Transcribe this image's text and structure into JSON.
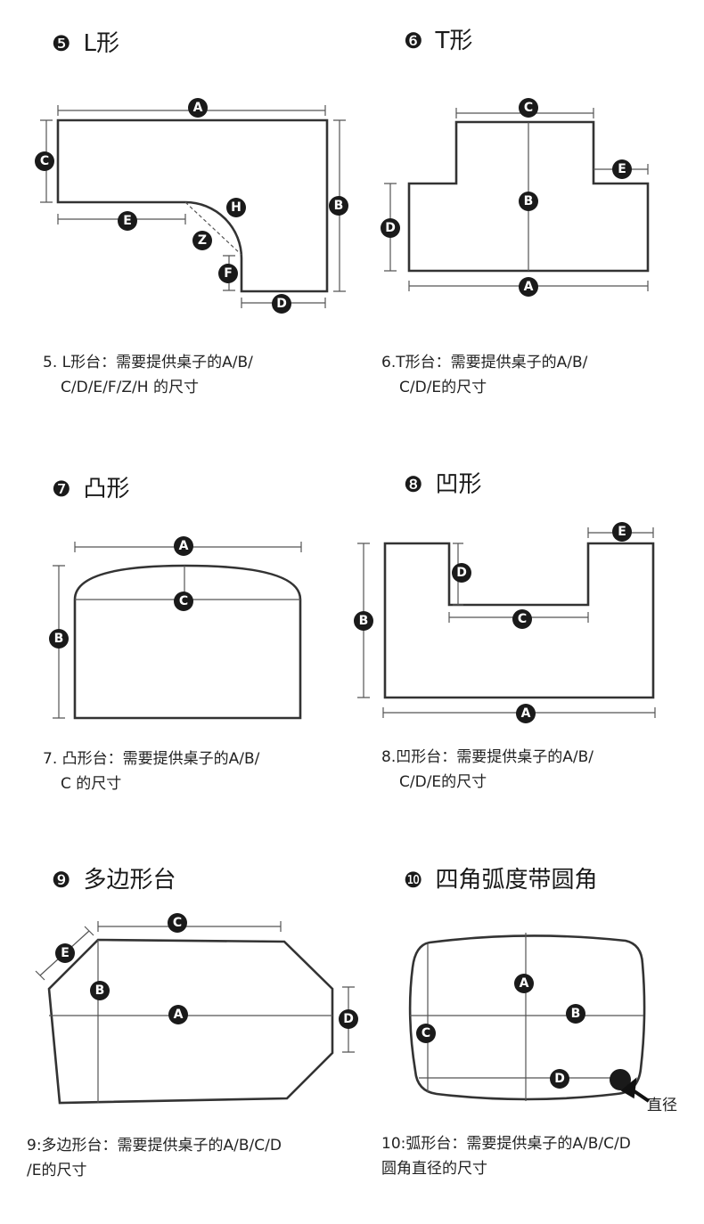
{
  "sections": [
    {
      "num": "❺",
      "title": "L形",
      "caption1": "5. L形台：需要提供桌子的A/B/",
      "caption2": "C/D/E/F/Z/H 的尺寸",
      "labels": [
        "A",
        "C",
        "B",
        "E",
        "D",
        "F",
        "H",
        "Z"
      ]
    },
    {
      "num": "❻",
      "title": "T形",
      "caption1": "6.T形台：需要提供桌子的A/B/",
      "caption2": "C/D/E的尺寸",
      "labels": [
        "C",
        "B",
        "E",
        "D",
        "A"
      ]
    },
    {
      "num": "❼",
      "title": "凸形",
      "caption1": "7. 凸形台：需要提供桌子的A/B/",
      "caption2": "C 的尺寸",
      "labels": [
        "A",
        "C",
        "B"
      ]
    },
    {
      "num": "❽",
      "title": "凹形",
      "caption1": "8.凹形台：需要提供桌子的A/B/",
      "caption2": "C/D/E的尺寸",
      "labels": [
        "E",
        "D",
        "C",
        "B",
        "A"
      ]
    },
    {
      "num": "❾",
      "title": "多边形台",
      "caption1": "9:多边形台：需要提供桌子的A/B/C/D",
      "caption2": "/E的尺寸",
      "labels": [
        "C",
        "E",
        "B",
        "A",
        "D"
      ]
    },
    {
      "num": "❿",
      "title": "四角弧度带圆角",
      "caption1": "10:弧形台：需要提供桌子的A/B/C/D",
      "caption2": "圆角直径的尺寸",
      "labels": [
        "A",
        "B",
        "C",
        "D"
      ],
      "diameter_label": "直径"
    }
  ]
}
